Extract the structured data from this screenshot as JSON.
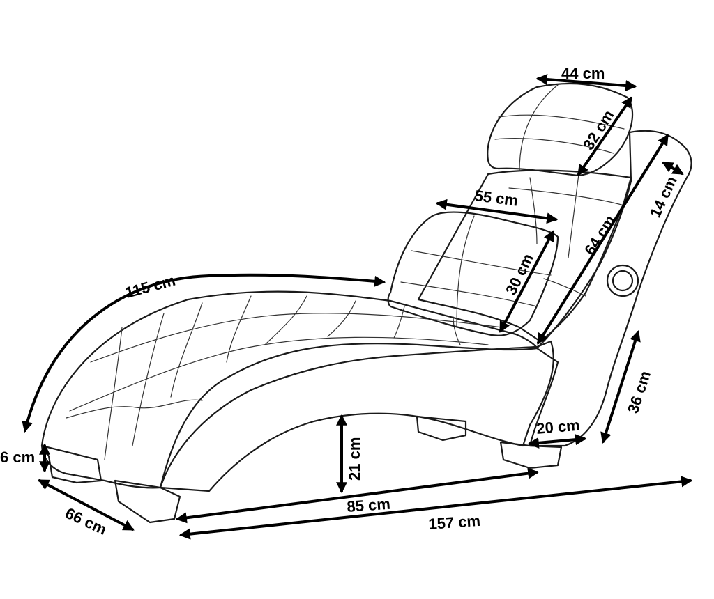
{
  "dimensions": {
    "headrest_width": "44 cm",
    "headrest_height": "32 cm",
    "pillow_width": "55 cm",
    "pillow_height": "30 cm",
    "back_length": "64 cm",
    "speaker_panel_width": "14 cm",
    "seat_curve_length": "115 cm",
    "front_height": "36 cm",
    "base_depth": "20 cm",
    "under_clearance": "21 cm",
    "base_length": "85 cm",
    "total_length": "157 cm",
    "width": "66 cm",
    "foot_height": "6 cm"
  }
}
